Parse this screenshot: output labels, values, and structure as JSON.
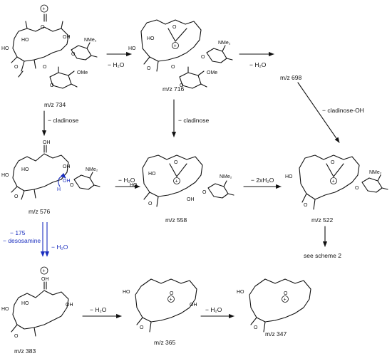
{
  "compounds": [
    {
      "id": "c734",
      "label": "m/z 734"
    },
    {
      "id": "c716",
      "label": "m/z 716"
    },
    {
      "id": "c698",
      "label": "m/z 698"
    },
    {
      "id": "c576",
      "label": "m/z 576"
    },
    {
      "id": "c558",
      "label": "m/z 558"
    },
    {
      "id": "c522",
      "label": "m/z 522"
    },
    {
      "id": "c383",
      "label": "m/z 383"
    },
    {
      "id": "c365",
      "label": "m/z 365"
    },
    {
      "id": "c347",
      "label": "m/z 347"
    }
  ],
  "steps": {
    "s734_716": "− H₂O",
    "s716_698": "− H₂O",
    "s734_576": "− cladinose",
    "s716_558": "− cladinose",
    "s698_522": "− cladinose-OH",
    "s576_558": "− H₂O",
    "s558_522": "− 2xH₂O",
    "s576_383_a": "− 175",
    "s576_383_b": "− desosamine",
    "s576_383_c": "− H₂O",
    "s383_365": "− H₂O",
    "s365_347": "− H₂O",
    "see_scheme": "see scheme 2"
  },
  "atoms": {
    "OH": "OH",
    "HO": "HO",
    "O": "O",
    "OMe": "OMe",
    "NMe2": "NMe₂",
    "H": "H",
    "plus": "+"
  },
  "colors": {
    "blue": "#1b2fbf",
    "black": "#111111"
  }
}
